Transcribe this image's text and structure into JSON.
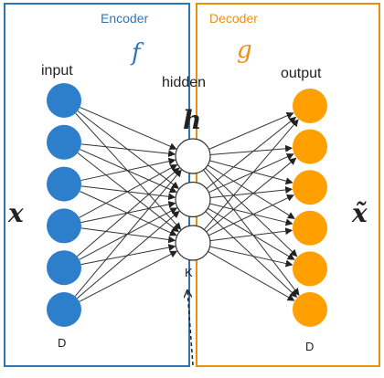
{
  "encoder": {
    "label": "Encoder",
    "symbol": "f",
    "color": "#2e75b6"
  },
  "decoder": {
    "label": "Decoder",
    "symbol": "g",
    "color": "#ed8f0e"
  },
  "input_layer": {
    "label": "input",
    "size_label": "D",
    "node_count": 6,
    "fill": "#2e7fcb"
  },
  "hidden_layer": {
    "label": "hidden",
    "symbol": "h",
    "size_label": "K",
    "node_count": 3
  },
  "output_layer": {
    "label": "output",
    "size_label": "D",
    "node_count": 6,
    "fill": "#ffa000"
  },
  "input_symbol": "x",
  "output_symbol": "x̃"
}
